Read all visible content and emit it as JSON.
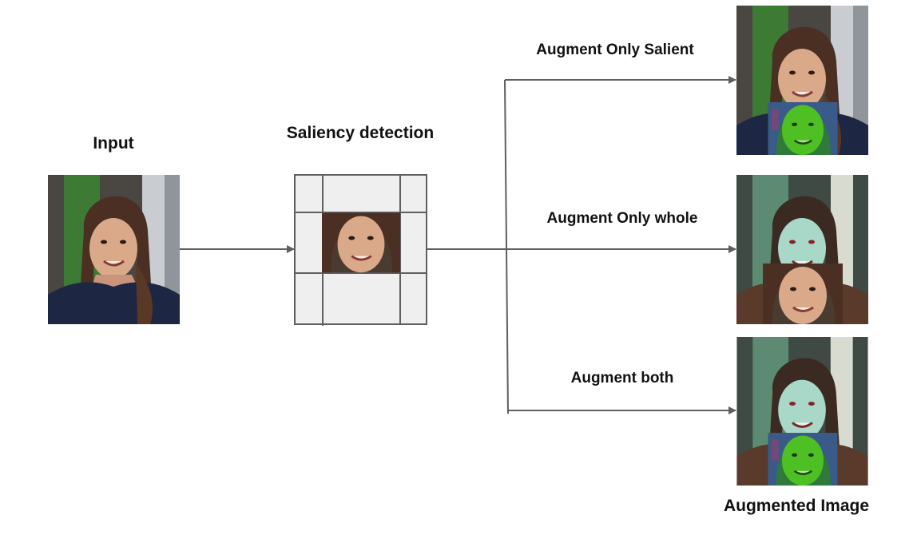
{
  "labels": {
    "input": "Input",
    "saliency": "Saliency detection",
    "augment_salient": "Augment Only Salient",
    "augment_whole": "Augment Only whole",
    "augment_both": "Augment both",
    "augmented_image": "Augmented Image"
  },
  "colors": {
    "arrow": "#5f5f5f",
    "grid_fill": "#efefef",
    "grid_stroke": "#5f5f5f",
    "augment_tint_green": "#3fbf1f",
    "augment_tint_cyan": "#9fe0d0"
  },
  "images": {
    "input_photo": "portrait-photo",
    "saliency_crop": "face-crop",
    "outputs": [
      "salient-augmented-photo",
      "whole-augmented-photo",
      "both-augmented-photo"
    ]
  }
}
